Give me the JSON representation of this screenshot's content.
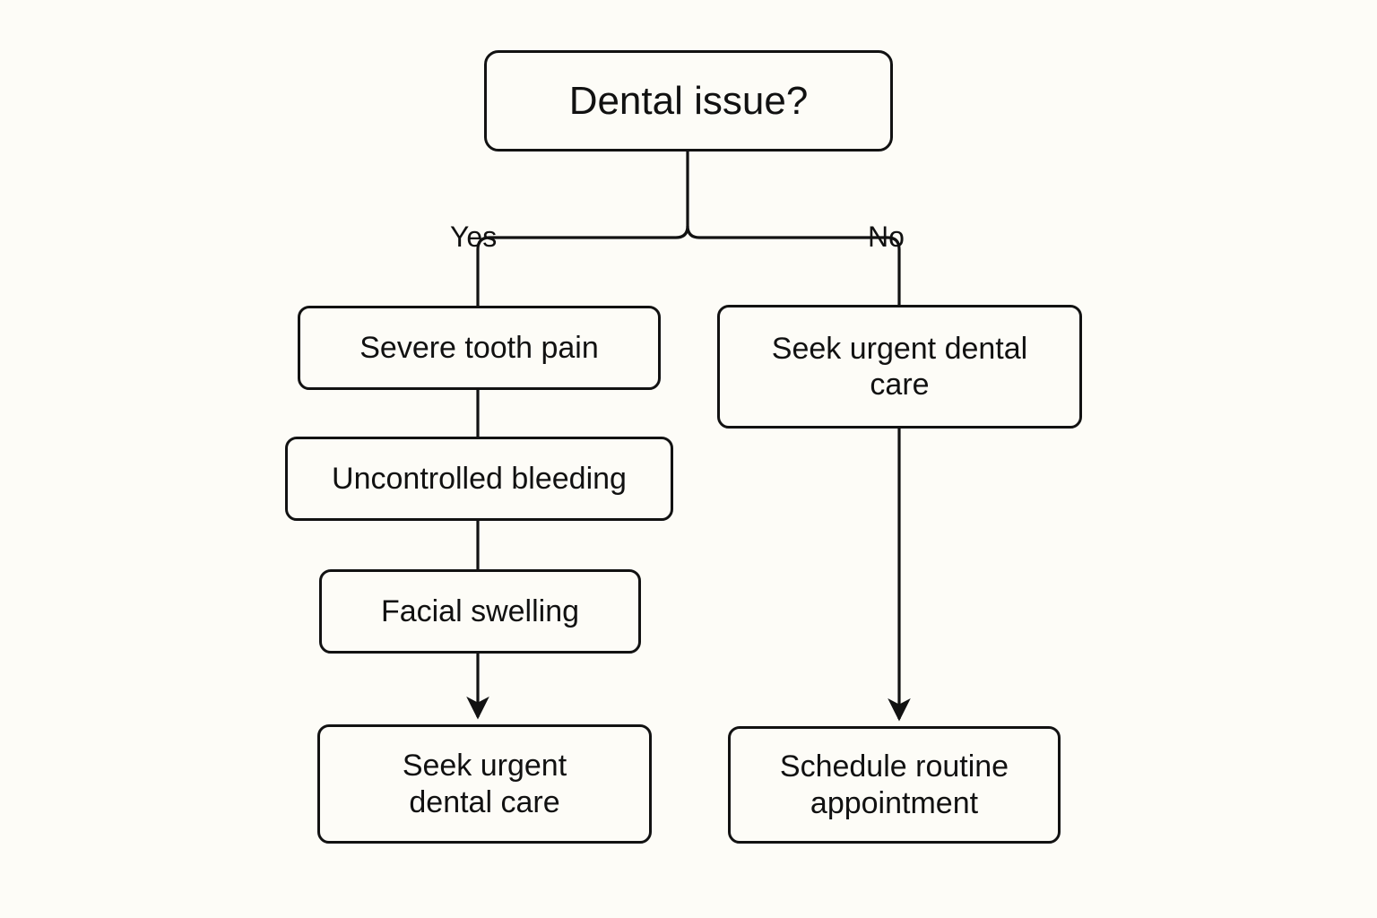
{
  "diagram": {
    "title": "Dental issue triage flowchart",
    "background_color": "#fdfcf7",
    "stroke_color": "#121212",
    "text_color": "#111111"
  },
  "nodes": {
    "root": {
      "label": "Dental issue?"
    },
    "severe_pain": {
      "label": "Severe tooth pain"
    },
    "bleeding": {
      "label": "Uncontrolled bleeding"
    },
    "swelling": {
      "label": "Facial swelling"
    },
    "urgent_left": {
      "label": "Seek urgent\ndental care"
    },
    "urgent_right": {
      "label": "Seek urgent dental\ncare"
    },
    "routine": {
      "label": "Schedule routine\nappointment"
    }
  },
  "edges": {
    "yes_label": "Yes",
    "no_label": "No"
  }
}
